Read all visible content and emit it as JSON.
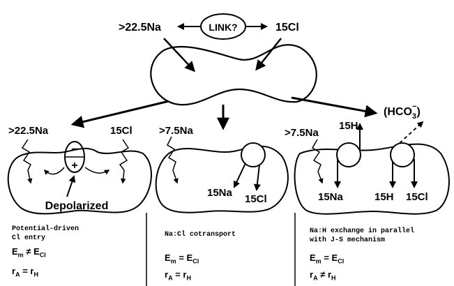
{
  "top": {
    "na_label": ">22.5Na",
    "link_label": "LINK?",
    "cl_label": "15Cl"
  },
  "panel_left": {
    "na_label": ">22.5Na",
    "cl_label": "15Cl",
    "minus_sign": "−",
    "plus_sign": "+",
    "depolarized_label": "Depolarized",
    "caption_line1": "Potential-driven",
    "caption_line2": "Cl entry",
    "em_lhs": "E",
    "em_lhs_sub": "m",
    "em_op": "≠",
    "em_rhs": "E",
    "em_rhs_sub": "Cl",
    "r_lhs": "r",
    "r_lhs_sub": "A",
    "r_op": "=",
    "r_rhs": "r",
    "r_rhs_sub": "H"
  },
  "panel_middle": {
    "na_label": ">7.5Na",
    "na_out_label": "15Na",
    "cl_out_label": "15Cl",
    "caption_line1": "Na:Cl cotransport",
    "em_lhs": "E",
    "em_lhs_sub": "m",
    "em_op": "=",
    "em_rhs": "E",
    "em_rhs_sub": "Cl",
    "r_lhs": "r",
    "r_lhs_sub": "A",
    "r_op": "=",
    "r_rhs": "r",
    "r_rhs_sub": "H"
  },
  "panel_right": {
    "na_label": ">7.5Na",
    "h_label": "15H",
    "hco3_label": "(HCO",
    "hco3_sub": "3",
    "hco3_sup": "−",
    "hco3_close": ")",
    "na_out_label": "15Na",
    "h_out_label": "15H",
    "cl_out_label": "15Cl",
    "caption_line1": "Na:H exchange in parallel",
    "caption_line2": "with J-S mechanism",
    "em_lhs": "E",
    "em_lhs_sub": "m",
    "em_op": "=",
    "em_rhs": "E",
    "em_rhs_sub": "Cl",
    "r_lhs": "r",
    "r_lhs_sub": "A",
    "r_op": "≠",
    "r_rhs": "r",
    "r_rhs_sub": "H"
  }
}
